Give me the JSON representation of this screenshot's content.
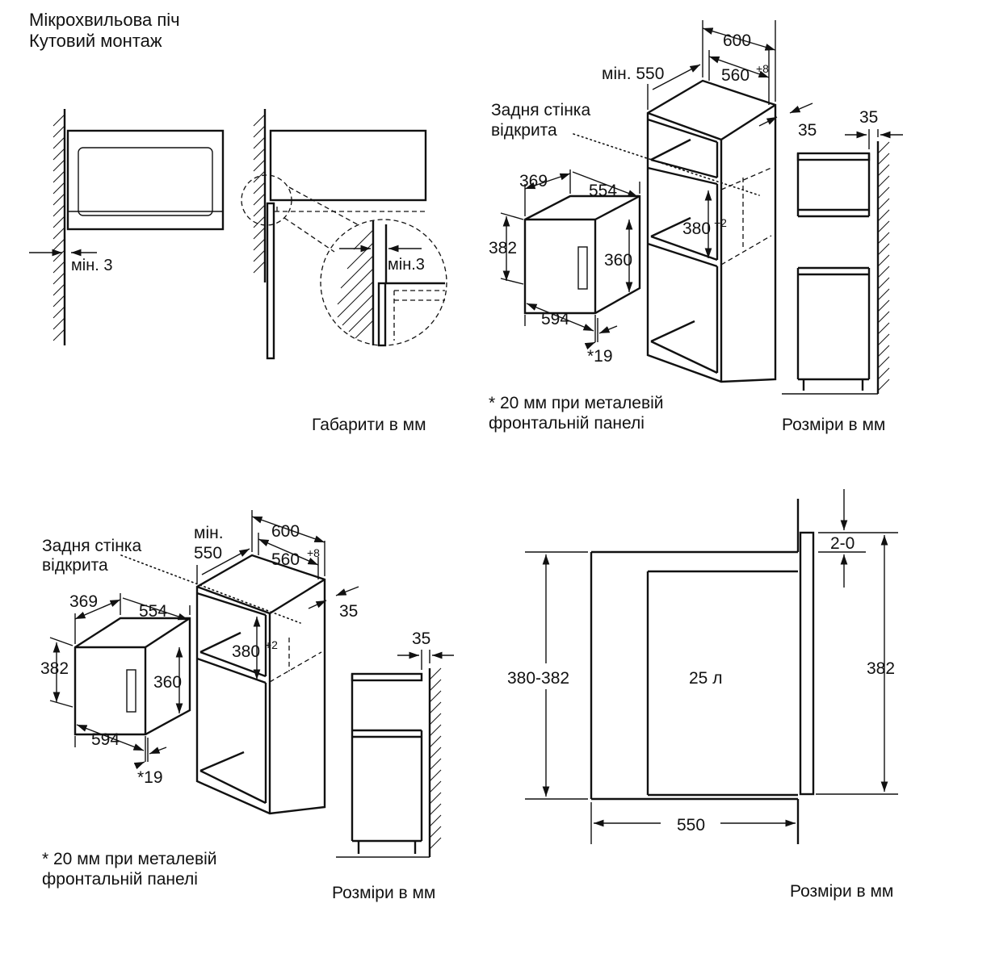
{
  "title": {
    "line1": "Мікрохвильова піч",
    "line2": "Кутовий монтаж"
  },
  "panel_corner": {
    "min_gap_left": "мін. 3",
    "min_gap_detail": "мін.3",
    "caption": "Габарити в мм"
  },
  "panel_top_cabinet": {
    "rear_wall_line1": "Задня стінка",
    "rear_wall_line2": "відкрита",
    "min_label": "мін. 550",
    "dim_600": "600",
    "dim_560": "560",
    "dim_560_tol": "+8",
    "dim_35_side": "35",
    "dim_35_top": "35",
    "dim_369": "369",
    "dim_554": "554",
    "dim_382": "382",
    "dim_360": "360",
    "dim_380": "380",
    "dim_380_tol": "+2",
    "dim_594": "594",
    "dim_19": "*19",
    "note_line1": "* 20 мм при металевій",
    "note_line2": "фронтальній панелі",
    "caption": "Розміри в мм"
  },
  "panel_bottom_cabinet": {
    "rear_wall_line1": "Задня стінка",
    "rear_wall_line2": "відкрита",
    "min_label_line1": "мін.",
    "min_label_line2": "550",
    "dim_600": "600",
    "dim_560": "560",
    "dim_560_tol": "+8",
    "dim_35_side": "35",
    "dim_35_top": "35",
    "dim_369": "369",
    "dim_554": "554",
    "dim_382": "382",
    "dim_360": "360",
    "dim_380": "380",
    "dim_380_tol": "+2",
    "dim_594": "594",
    "dim_19": "*19",
    "note_line1": "* 20 мм при металевій",
    "note_line2": "фронтальній панелі",
    "caption": "Розміри в мм"
  },
  "panel_side_view": {
    "dim_gap": "2-0",
    "dim_height_range": "380-382",
    "dim_height": "382",
    "volume": "25 л",
    "dim_depth": "550",
    "caption": "Розміри в мм"
  }
}
